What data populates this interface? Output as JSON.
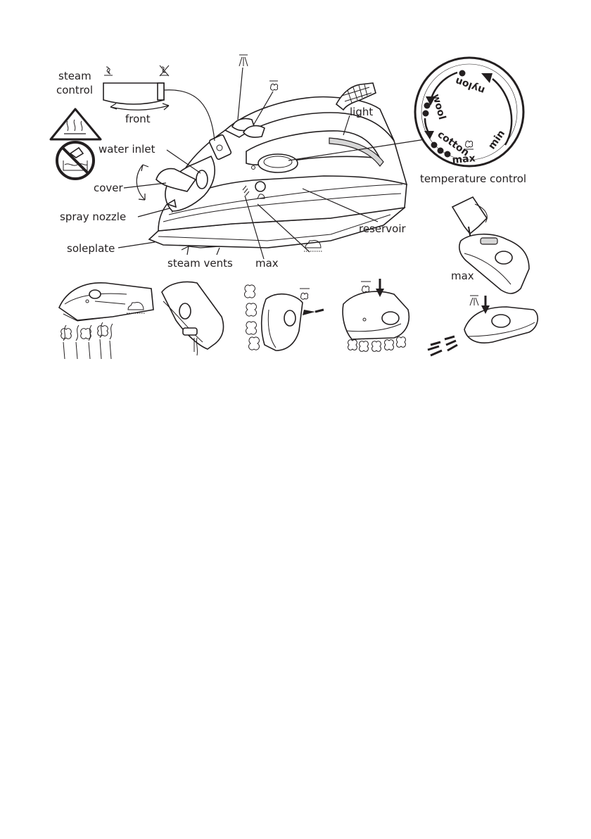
{
  "labels": {
    "steam_control": [
      "steam",
      "control"
    ],
    "front": "front",
    "water_inlet": "water inlet",
    "cover": "cover",
    "spray_nozzle": "spray nozzle",
    "soleplate": "soleplate",
    "steam_vents": "steam vents",
    "max_reservoir": "max",
    "light": "light",
    "reservoir": "reservoir",
    "temperature_control": "temperature control",
    "max_fill": "max"
  },
  "dial": {
    "settings": [
      "nylon",
      "wool",
      "cotton",
      "max",
      "min"
    ]
  },
  "icons": [
    "steam-icon",
    "no-steam-icon",
    "spray-icon",
    "steam-burst-icon",
    "hot-surface-warning-icon",
    "no-immerse-icon",
    "dry-iron-icon"
  ],
  "colors": {
    "ink": "#231f20",
    "shade": "#d6d6d6"
  }
}
